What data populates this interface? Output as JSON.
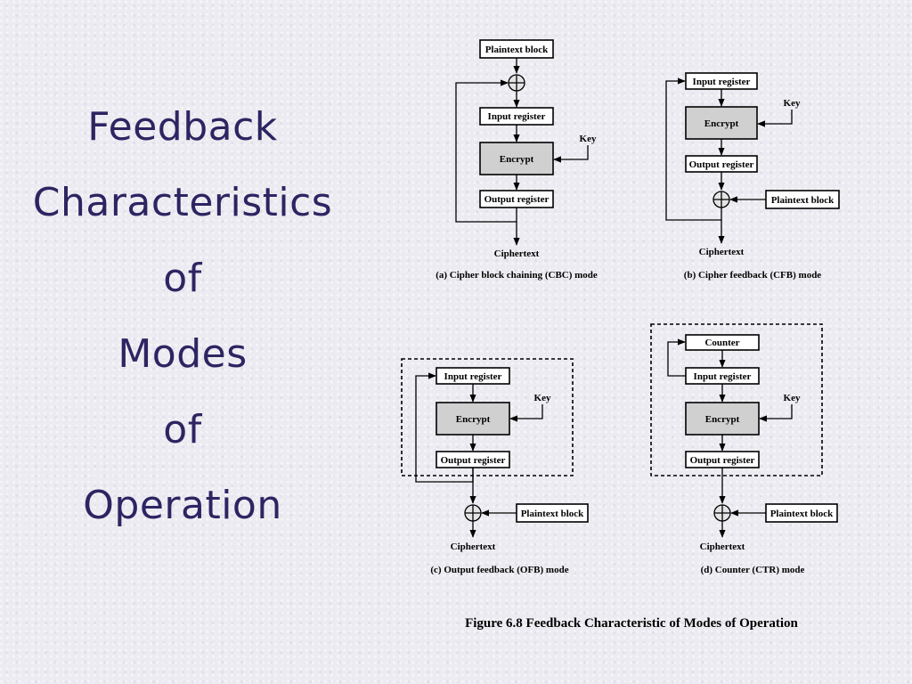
{
  "slide": {
    "title_lines": [
      "Feedback",
      "Characteristics",
      "of",
      "Modes",
      "of",
      "Operation"
    ],
    "title_color": "#2d2562"
  },
  "figure": {
    "caption": "Figure 6.8  Feedback Characteristic of Modes of Operation",
    "labels": {
      "plaintext_block": "Plaintext block",
      "input_register": "Input register",
      "output_register": "Output register",
      "encrypt": "Encrypt",
      "key": "Key",
      "ciphertext": "Ciphertext",
      "counter": "Counter"
    },
    "panels": {
      "cbc": {
        "caption": "(a)  Cipher block chaining (CBC) mode"
      },
      "cfb": {
        "caption": "(b)  Cipher feedback (CFB) mode"
      },
      "ofb": {
        "caption": "(c)  Output feedback (OFB) mode"
      },
      "ctr": {
        "caption": "(d)  Counter (CTR) mode"
      }
    }
  }
}
